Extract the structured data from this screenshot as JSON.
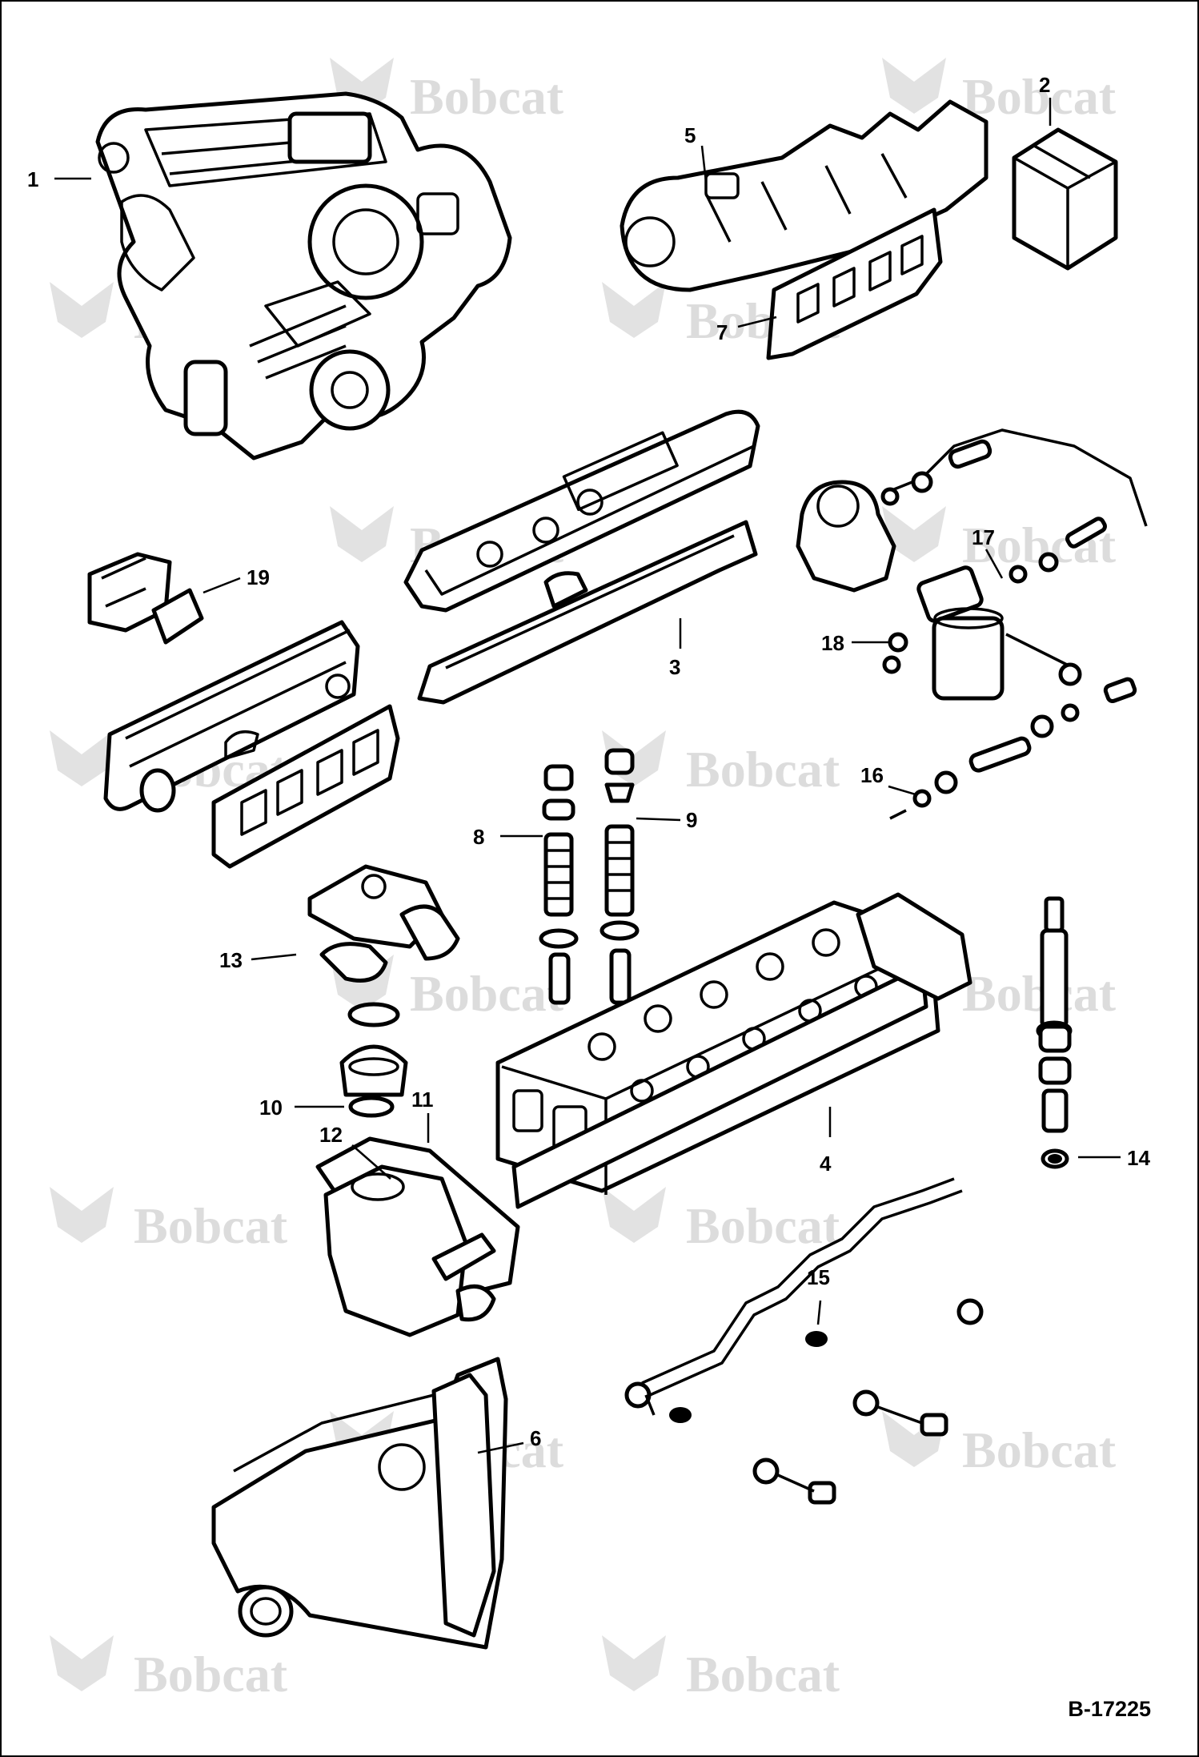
{
  "watermark": "Bobcat",
  "reference_code": "B-17225",
  "callouts": [
    "1",
    "2",
    "3",
    "4",
    "5",
    "6",
    "7",
    "8",
    "9",
    "10",
    "11",
    "12",
    "13",
    "14",
    "15",
    "16",
    "17",
    "18",
    "19"
  ]
}
